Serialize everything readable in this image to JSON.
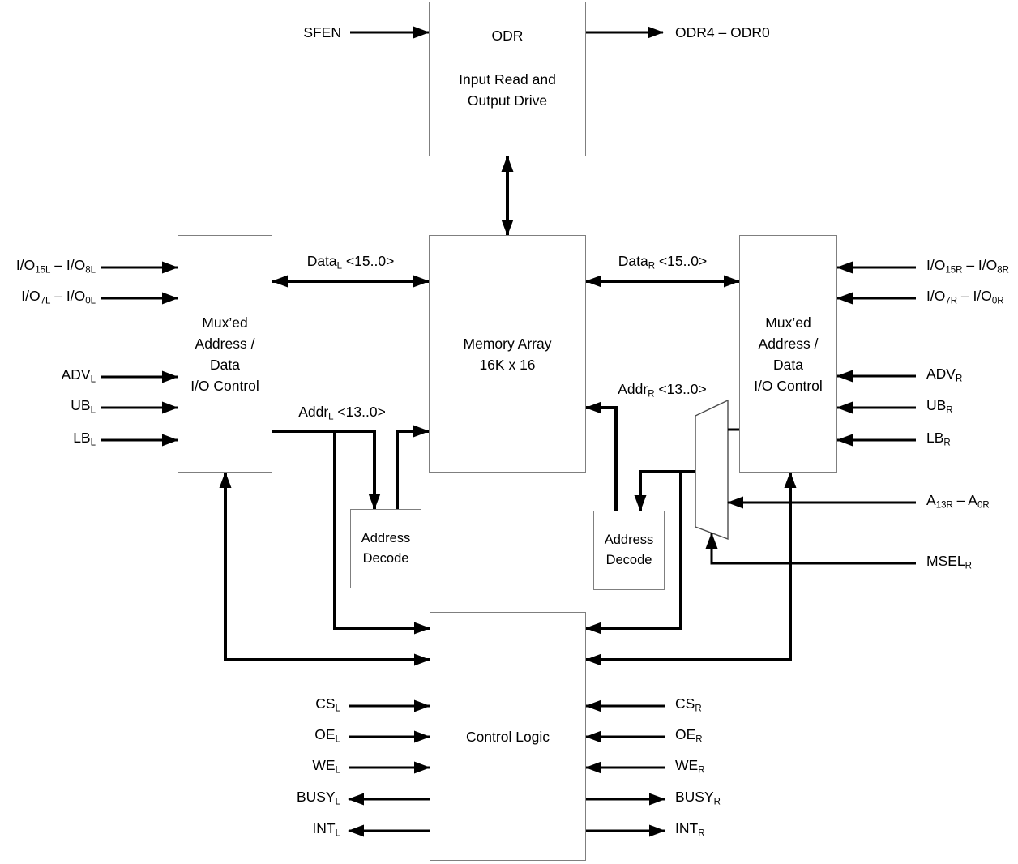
{
  "diagram": {
    "title": "Dual-Port Memory Functional Block Diagram",
    "colors": {
      "line": "#000000",
      "box-border": "#7f7f7f",
      "bg": "#ffffff",
      "text": "#000000"
    },
    "blocks": {
      "odr": {
        "title": "ODR",
        "lines": [
          "Input Read and",
          "Output Drive"
        ]
      },
      "left_io": {
        "lines": [
          "Mux’ed",
          "Address /",
          "Data",
          "I/O Control"
        ]
      },
      "memory": {
        "lines": [
          "Memory Array",
          "16K x 16"
        ]
      },
      "right_io": {
        "lines": [
          "Mux’ed",
          "Address /",
          "Data",
          "I/O Control"
        ]
      },
      "decode_left": {
        "lines": [
          "Address",
          "Decode"
        ]
      },
      "decode_right": {
        "lines": [
          "Address",
          "Decode"
        ]
      },
      "control": {
        "lines": [
          "Control Logic"
        ]
      }
    },
    "labels": {
      "sfen": [
        {
          "t": "SFEN"
        }
      ],
      "odr_bus": [
        {
          "t": "ODR4 – ODR0"
        }
      ],
      "io_15_8_l": [
        {
          "t": "I/O"
        },
        {
          "t": "15L",
          "sub": true
        },
        {
          "t": " – I/O"
        },
        {
          "t": "8L",
          "sub": true
        }
      ],
      "io_7_0_l": [
        {
          "t": "I/O"
        },
        {
          "t": "7L",
          "sub": true
        },
        {
          "t": " – I/O"
        },
        {
          "t": "0L",
          "sub": true
        }
      ],
      "adv_l": [
        {
          "t": "ADV"
        },
        {
          "t": "L",
          "sub": true
        }
      ],
      "ub_l": [
        {
          "t": "UB"
        },
        {
          "t": "L",
          "sub": true
        }
      ],
      "lb_l": [
        {
          "t": "LB"
        },
        {
          "t": "L",
          "sub": true
        }
      ],
      "data_l": [
        {
          "t": "Data"
        },
        {
          "t": "L",
          "sub": true
        },
        {
          "t": " <15..0>"
        }
      ],
      "addr_l": [
        {
          "t": "Addr"
        },
        {
          "t": "L",
          "sub": true
        },
        {
          "t": " <13..0>"
        }
      ],
      "data_r": [
        {
          "t": "Data"
        },
        {
          "t": "R",
          "sub": true
        },
        {
          "t": " <15..0>"
        }
      ],
      "addr_r": [
        {
          "t": "Addr"
        },
        {
          "t": "R",
          "sub": true
        },
        {
          "t": " <13..0>"
        }
      ],
      "io_15_8_r": [
        {
          "t": "I/O"
        },
        {
          "t": "15R",
          "sub": true
        },
        {
          "t": " – I/O"
        },
        {
          "t": "8R",
          "sub": true
        }
      ],
      "io_7_0_r": [
        {
          "t": "I/O"
        },
        {
          "t": "7R",
          "sub": true
        },
        {
          "t": " – I/O"
        },
        {
          "t": "0R",
          "sub": true
        }
      ],
      "adv_r": [
        {
          "t": "ADV"
        },
        {
          "t": "R",
          "sub": true
        }
      ],
      "ub_r": [
        {
          "t": "UB"
        },
        {
          "t": "R",
          "sub": true
        }
      ],
      "lb_r": [
        {
          "t": "LB"
        },
        {
          "t": "R",
          "sub": true
        }
      ],
      "a_13_0_r": [
        {
          "t": "A"
        },
        {
          "t": "13R",
          "sub": true
        },
        {
          "t": " – A"
        },
        {
          "t": "0R",
          "sub": true
        }
      ],
      "msel_r": [
        {
          "t": "MSEL"
        },
        {
          "t": "R",
          "sub": true
        }
      ],
      "cs_l": [
        {
          "t": "CS"
        },
        {
          "t": "L",
          "sub": true
        }
      ],
      "oe_l": [
        {
          "t": "OE"
        },
        {
          "t": "L",
          "sub": true
        }
      ],
      "we_l": [
        {
          "t": "WE"
        },
        {
          "t": "L",
          "sub": true
        }
      ],
      "busy_l": [
        {
          "t": "BUSY"
        },
        {
          "t": "L",
          "sub": true
        }
      ],
      "int_l": [
        {
          "t": "INT"
        },
        {
          "t": "L",
          "sub": true
        }
      ],
      "cs_r": [
        {
          "t": "CS"
        },
        {
          "t": "R",
          "sub": true
        }
      ],
      "oe_r": [
        {
          "t": "OE"
        },
        {
          "t": "R",
          "sub": true
        }
      ],
      "we_r": [
        {
          "t": "WE"
        },
        {
          "t": "R",
          "sub": true
        }
      ],
      "busy_r": [
        {
          "t": "BUSY"
        },
        {
          "t": "R",
          "sub": true
        }
      ],
      "int_r": [
        {
          "t": "INT"
        },
        {
          "t": "R",
          "sub": true
        }
      ]
    }
  }
}
